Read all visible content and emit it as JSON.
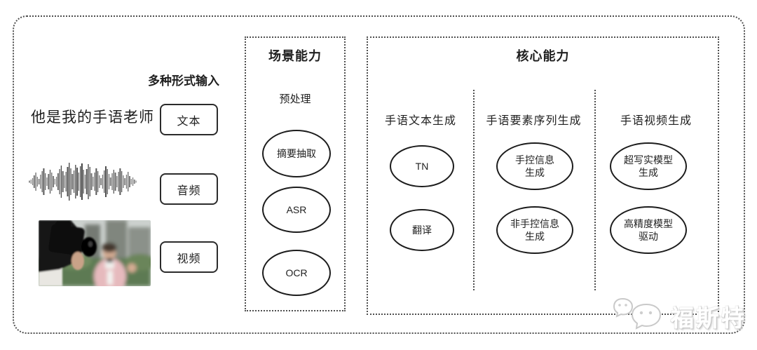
{
  "input": {
    "title": "多种形式输入",
    "sample_text": "他是我的手语老师",
    "types": [
      {
        "label": "文本"
      },
      {
        "label": "音频"
      },
      {
        "label": "视频"
      }
    ],
    "media": {
      "waveform_icon": "audio-waveform",
      "video_frame": "camera-filming-reporter-photo"
    }
  },
  "scene": {
    "title": "场景能力",
    "stage": "预处理",
    "nodes": [
      {
        "line1": "摘要抽取"
      },
      {
        "line1": "ASR"
      },
      {
        "line1": "OCR"
      }
    ]
  },
  "core": {
    "title": "核心能力",
    "columns": [
      {
        "header": "手语文本生成",
        "nodes": [
          {
            "line1": "TN"
          },
          {
            "line1": "翻译"
          }
        ]
      },
      {
        "header": "手语要素序列生成",
        "nodes": [
          {
            "line1": "手控信息",
            "line2": "生成"
          },
          {
            "line1": "非手控信息",
            "line2": "生成"
          }
        ]
      },
      {
        "header": "手语视频生成",
        "nodes": [
          {
            "line1": "超写实模型",
            "line2": "生成"
          },
          {
            "line1": "高精度模型",
            "line2": "驱动"
          }
        ]
      }
    ]
  },
  "watermark": {
    "text": "福斯特",
    "icon": "wechat-bubbles-icon"
  },
  "colors": {
    "ink": "#2b2b2b",
    "dotted_border": "#4f4f4f",
    "watermark_gray": "#cccccc"
  }
}
